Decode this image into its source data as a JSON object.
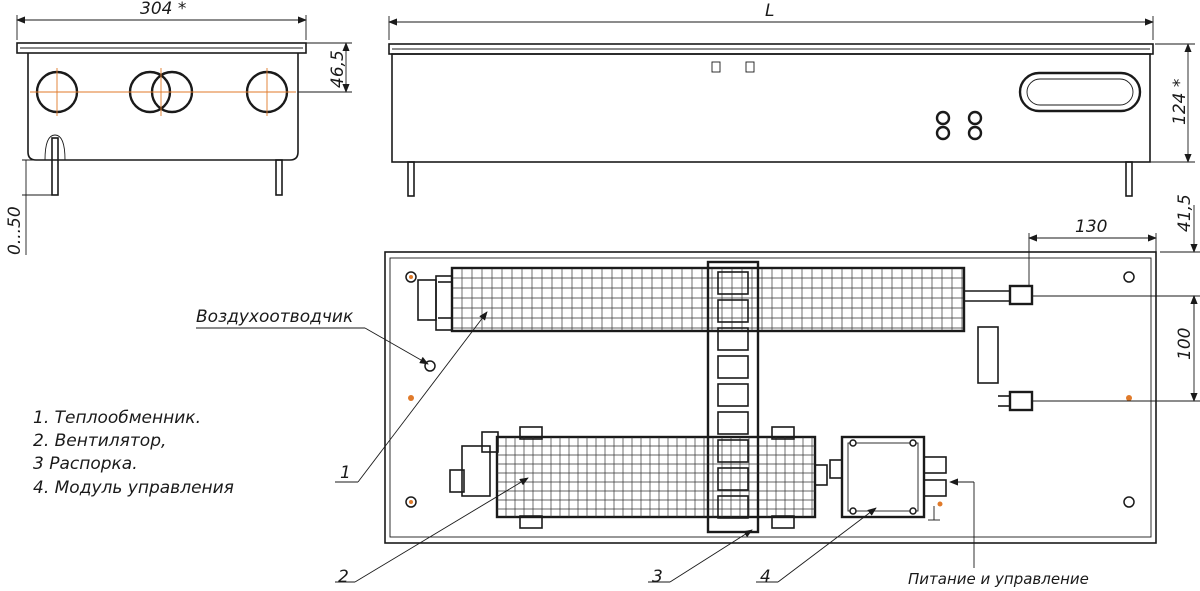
{
  "dimensions": {
    "width_side": "304 *",
    "length": "L",
    "top_offset": "46,5",
    "height": "124 *",
    "leg_range": "0...50",
    "pipe_offset": "130",
    "pipe_top": "41,5",
    "pipe_spacing": "100"
  },
  "callouts": {
    "air_vent": "Воздухоотводчик",
    "power": "Питание и управление",
    "n1": "1",
    "n2": "2",
    "n3": "3",
    "n4": "4"
  },
  "legend": [
    "1. Теплообменник.",
    "2. Вентилятор,",
    "3 Распорка.",
    "4. Модуль управления"
  ],
  "colors": {
    "line": "#1a1a1a",
    "accent": "#e07a2a"
  }
}
